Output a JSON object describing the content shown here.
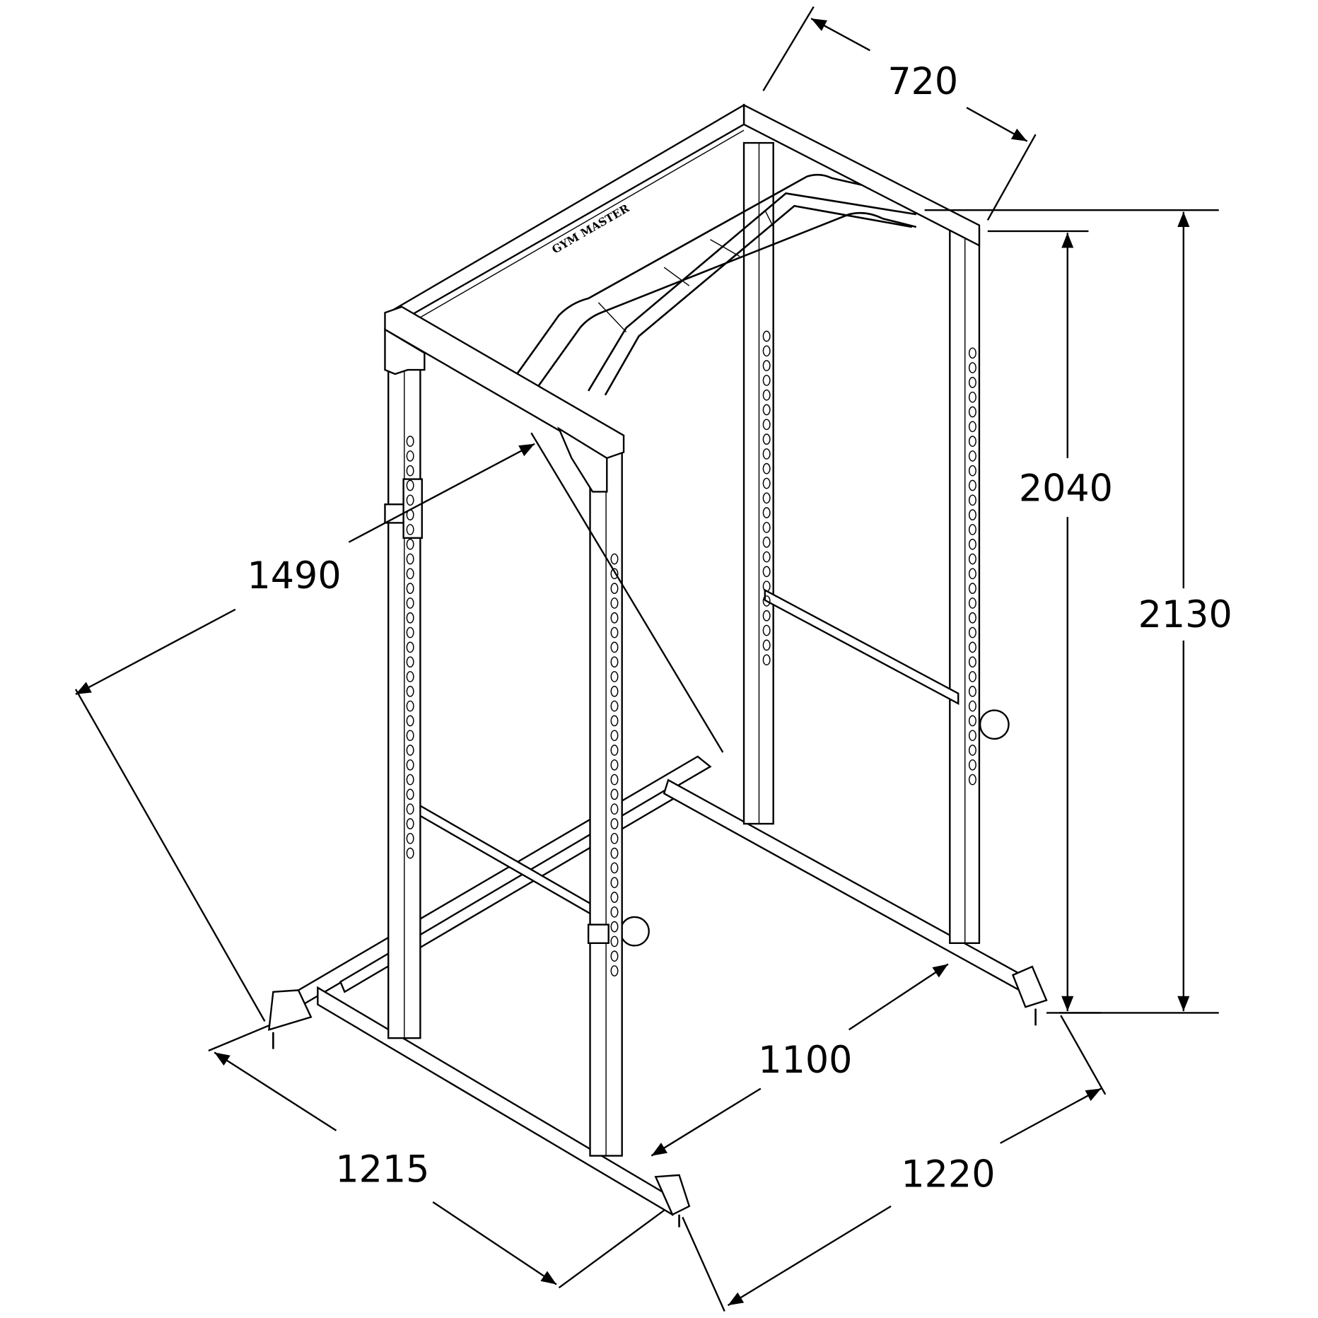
{
  "brand": "GYM MASTER",
  "dimensions": {
    "depth_top": "720",
    "inner_height": "2040",
    "total_height": "2130",
    "diagonal": "1490",
    "base_front": "1215",
    "inner_width": "1100",
    "base_side": "1220"
  }
}
